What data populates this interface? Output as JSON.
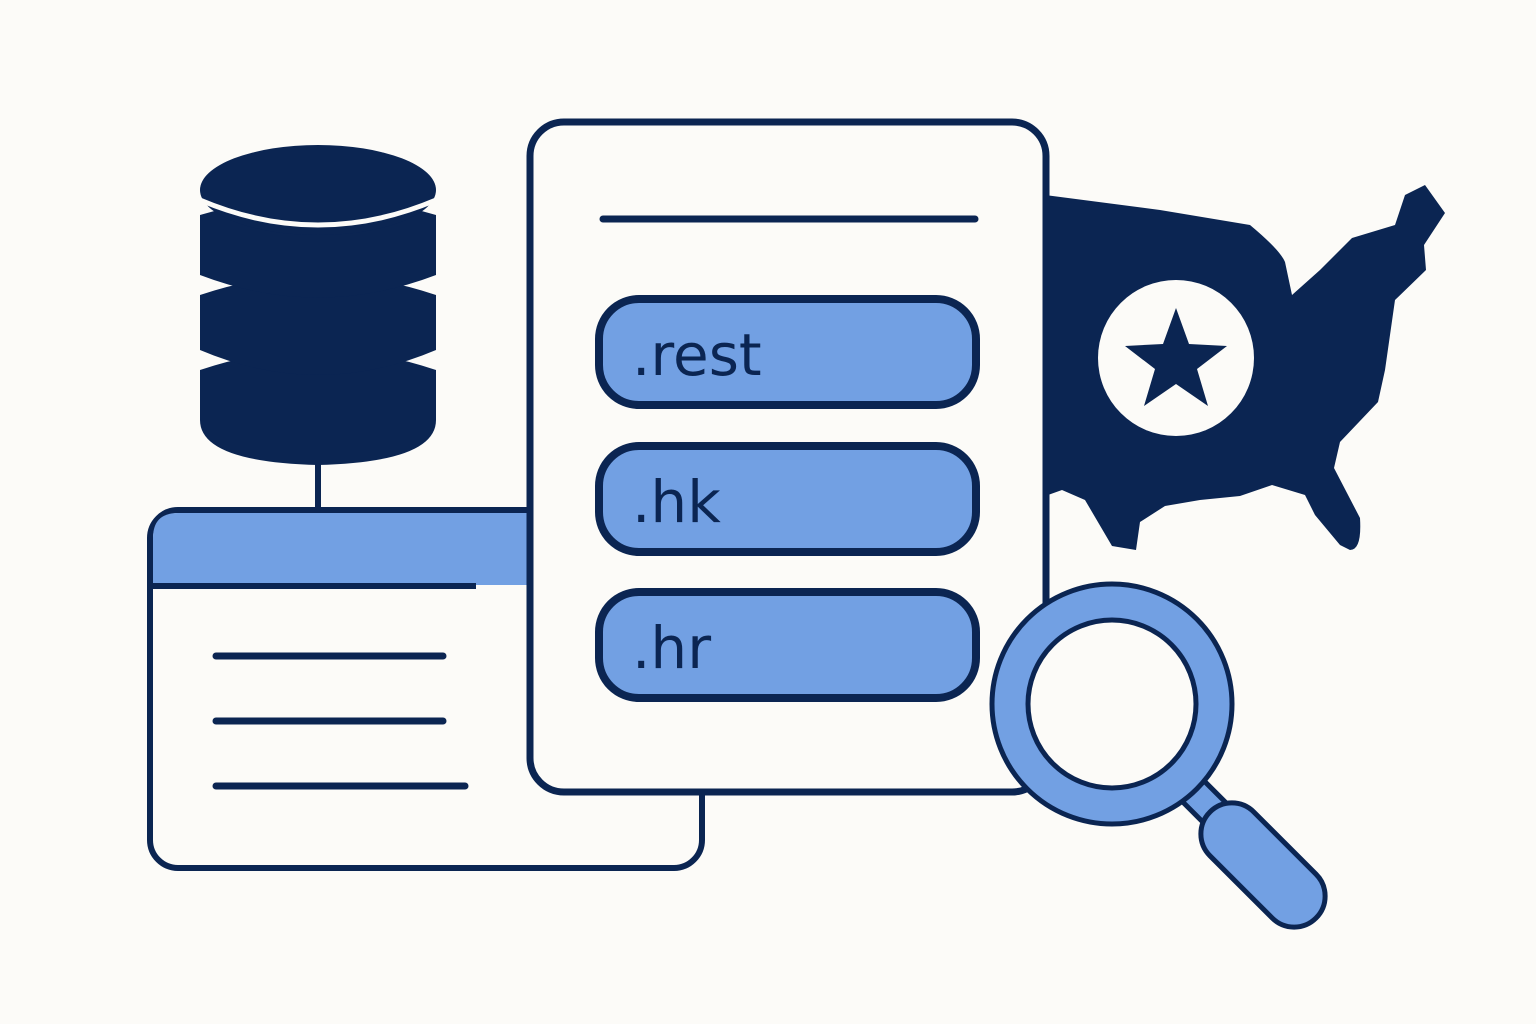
{
  "colors": {
    "navy": "#0b2552",
    "accent": "#72a0e3",
    "background": "#fcfbf8"
  },
  "domains": [
    {
      "label": ".rest"
    },
    {
      "label": ".hk"
    },
    {
      "label": ".hr"
    }
  ],
  "icons": [
    "database-icon",
    "browser-window-icon",
    "document-icon",
    "usa-map-icon",
    "star-icon",
    "magnifier-icon"
  ]
}
